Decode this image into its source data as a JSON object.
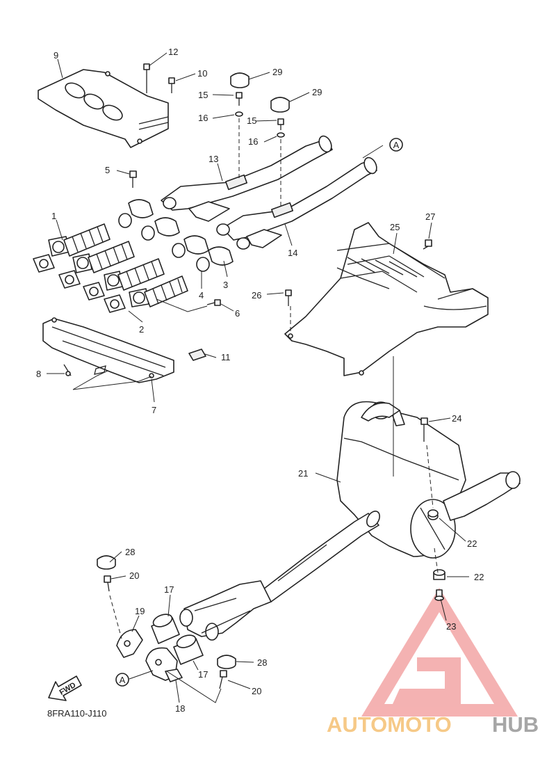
{
  "diagram": {
    "ref_code": "8FRA110-J110",
    "direction_label": "FWD",
    "connection_marker": "A",
    "callouts": {
      "n1": "1",
      "n2": "2",
      "n3": "3",
      "n4": "4",
      "n5": "5",
      "n6": "6",
      "n7": "7",
      "n8": "8",
      "n9": "9",
      "n10": "10",
      "n11": "11",
      "n12": "12",
      "n13": "13",
      "n14": "14",
      "n15a": "15",
      "n15b": "15",
      "n16a": "16",
      "n16b": "16",
      "n17a": "17",
      "n17b": "17",
      "n18": "18",
      "n19": "19",
      "n20a": "20",
      "n20b": "20",
      "n21": "21",
      "n22a": "22",
      "n22b": "22",
      "n23": "23",
      "n24": "24",
      "n25": "25",
      "n26": "26",
      "n27": "27",
      "n28a": "28",
      "n28b": "28",
      "n29a": "29",
      "n29b": "29"
    }
  },
  "watermark": {
    "brand_part1": "AUTOMOTO",
    "brand_part2": "HUB",
    "logo_color": "#f08a8a",
    "brand_color_1": "#f6c987",
    "brand_color_2": "#a6a6a6"
  }
}
